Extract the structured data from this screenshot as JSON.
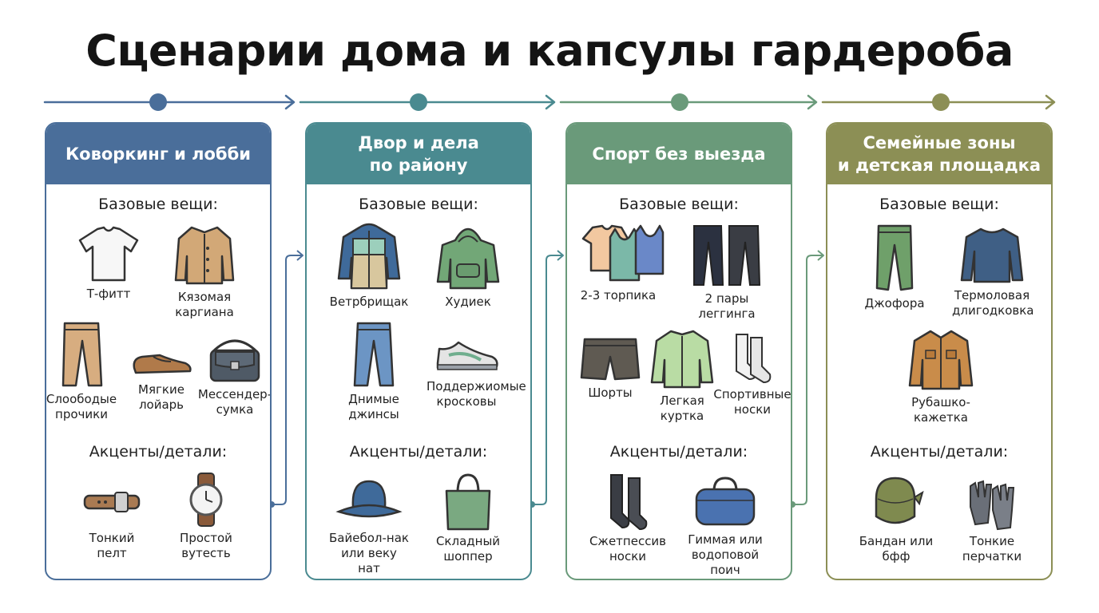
{
  "title": "Сценарии дома и капсулы гардероба",
  "colors": {
    "c1": "#4a6e9a",
    "c2": "#4a8a90",
    "c3": "#6a9a7a",
    "c4": "#8c8f55"
  },
  "columns": [
    {
      "header": "Коворкинг и лобби",
      "base_title": "Базовые вещи:",
      "base_items": [
        {
          "icon": "t-shirt-icon",
          "label": "Т-фитт"
        },
        {
          "icon": "cardigan-icon",
          "label": "Кязомая\nкаргиана"
        },
        {
          "icon": "trousers-icon",
          "label": "Слоободые\nпрочики"
        },
        {
          "icon": "loafer-icon",
          "label": "Мягкие\nлойарь"
        },
        {
          "icon": "messenger-bag-icon",
          "label": "Мессендер-\nсумка"
        }
      ],
      "accent_title": "Акценты/детали:",
      "accent_items": [
        {
          "icon": "belt-icon",
          "label": "Тонкий\nпелт"
        },
        {
          "icon": "watch-icon",
          "label": "Простой\nвутесть"
        }
      ]
    },
    {
      "header": "Двор и дела\nпо району",
      "base_title": "Базовые вещи:",
      "base_items": [
        {
          "icon": "windbreaker-icon",
          "label": "Ветрбрищак"
        },
        {
          "icon": "hoodie-icon",
          "label": "Худиек"
        },
        {
          "icon": "jeans-icon",
          "label": "Днимые\nджинсы"
        },
        {
          "icon": "sneaker-icon",
          "label": "Поддержиомые\nкросковы"
        }
      ],
      "accent_title": "Акценты/детали:",
      "accent_items": [
        {
          "icon": "bucket-hat-icon",
          "label": "Байебол-нак\nили веку нат"
        },
        {
          "icon": "tote-bag-icon",
          "label": "Складный\nшоппер"
        }
      ]
    },
    {
      "header": "Спорт без выезда",
      "base_title": "Базовые вещи:",
      "base_items": [
        {
          "icon": "tops-icon",
          "label": "2-3 торпика"
        },
        {
          "icon": "leggings-icon",
          "label": "2 пары\nлеггинга"
        },
        {
          "icon": "shorts-icon",
          "label": "Шорты"
        },
        {
          "icon": "light-jacket-icon",
          "label": "Легкая\nкуртка"
        },
        {
          "icon": "sport-socks-icon",
          "label": "Спортивные\nноски"
        }
      ],
      "accent_title": "Акценты/детали:",
      "accent_items": [
        {
          "icon": "compression-socks-icon",
          "label": "Сжетпессив\nноски"
        },
        {
          "icon": "duffel-bag-icon",
          "label": "Гиммая или\nводоповой поич"
        }
      ]
    },
    {
      "header": "Семейные зоны\nи детская площадка",
      "base_title": "Базовые вещи:",
      "base_items": [
        {
          "icon": "joggers-icon",
          "label": "Джофора"
        },
        {
          "icon": "longsleeve-icon",
          "label": "Термоловая\nдлигодковка"
        },
        {
          "icon": "overshirt-icon",
          "label": "Рубашко-\nкажетка"
        }
      ],
      "accent_title": "Акценты/детали:",
      "accent_items": [
        {
          "icon": "bandana-icon",
          "label": "Бандан или\nбфф"
        },
        {
          "icon": "gloves-icon",
          "label": "Тонкие\nперчатки"
        }
      ]
    }
  ]
}
